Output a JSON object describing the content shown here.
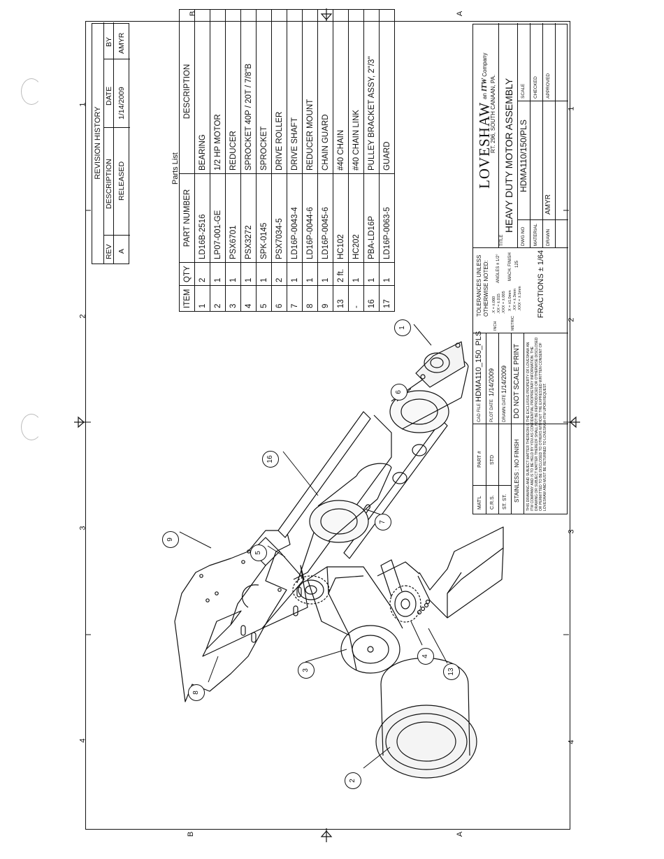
{
  "revision": {
    "title": "REVISION HISTORY",
    "headers": [
      "REV",
      "DESCRIPTION",
      "DATE",
      "BY"
    ],
    "rows": [
      [
        "A",
        "RELEASED",
        "1/14/2009",
        "AMYR"
      ]
    ]
  },
  "parts_list": {
    "title": "Parts List",
    "headers": [
      "ITEM",
      "QTY",
      "PART NUMBER",
      "DESCRIPTION"
    ],
    "rows": [
      {
        "item": "1",
        "qty": "2",
        "part": "LD16B-2516",
        "desc": "BEARING"
      },
      {
        "item": "2",
        "qty": "1",
        "part": "LP07-001-GE",
        "desc": "1/2 HP MOTOR"
      },
      {
        "item": "3",
        "qty": "1",
        "part": "PSX6701",
        "desc": "REDUCER"
      },
      {
        "item": "4",
        "qty": "1",
        "part": "PSX3272",
        "desc": "SPROCKET 40P / 20T / 7/8\"B"
      },
      {
        "item": "5",
        "qty": "1",
        "part": "SPK-0145",
        "desc": "SPROCKET"
      },
      {
        "item": "6",
        "qty": "2",
        "part": "PSX7034-5",
        "desc": "DRIVE ROLLER"
      },
      {
        "item": "7",
        "qty": "1",
        "part": "LD16P-0043-4",
        "desc": "DRIVE SHAFT"
      },
      {
        "item": "8",
        "qty": "1",
        "part": "LD16P-0044-6",
        "desc": "REDUCER MOUNT"
      },
      {
        "item": "9",
        "qty": "1",
        "part": "LD16P-0045-6",
        "desc": "CHAIN GUARD"
      },
      {
        "item": "13",
        "qty": "2 ft.",
        "part": "HC102",
        "desc": "#40 CHAIN"
      },
      {
        "item": "-",
        "qty": "1",
        "part": "HC202",
        "desc": "#40 CHAIN LINK"
      },
      {
        "item": "16",
        "qty": "1",
        "part": "PBA-LD16P",
        "desc": "PULLEY BRACKET ASSY, 2\"/3\""
      },
      {
        "item": "17",
        "qty": "1",
        "part": "LD16P-0063-5",
        "desc": "GUARD"
      }
    ]
  },
  "title_block": {
    "company": "LOVESHAW",
    "company_sub1": "an",
    "company_itw": "ITW",
    "company_sub2": "Company",
    "address": "RT. 296, SOUTH CANAAN, PA.",
    "title_label": "TITLE",
    "title": "HEAVY DUTY MOTOR ASSEMBLY",
    "dwg_label": "DWG NO",
    "dwg_no": "HDMA110/150/PLS",
    "scale_label": "SCALE",
    "material_label": "MATERIAL",
    "checked_label": "CHECKED",
    "drawn_label": "DRAWN",
    "drawn_by": "AMYR",
    "approved_label": "APPROVED",
    "matl_label": "MAT'L",
    "part_label": "PART #",
    "matl_rows": [
      [
        "C.R.S.",
        "STD"
      ],
      [
        "ST. ST.",
        ""
      ]
    ],
    "finish": "STAINLESS : NO FINISH",
    "proprietary": "THIS DRAWING AND SUBJECT MATTER THEREON IS THE EXCLUSIVE PROPERTY OF LOVESHAW AN ITW COMPANY AND IS TO BE HELD BY YOU AS CONFIDENTIAL PROPRIETARY INFORMATION. THE DRAWING OR SUBJECT MATTER THEREOF SHALL NOT BE REPRODUCED OR OTHERWISE DISCLOSED OR PERMITTED TO BE DISCLOSED TO OTHERS WITHOUT THE EXPRESSED WRITTEN CONSENT OF LOVESHAW AND MUST BE RETURNED TO LOVESHAW-ITW UPON REQUEST.",
    "cad_file_label": "CAD FILE",
    "cad_file": "HDMA110_150_PLS",
    "plot_date_label": "PLOT DATE",
    "plot_date": "1/14/2009",
    "drawn_date_label": "DRAWN DATE",
    "drawn_date": "1/14/2009",
    "no_scale": "DO NOT SCALE PRINT",
    "tol_head1": "TOLERANCES UNLESS",
    "tol_head2": "OTHERWISE NOTED:",
    "tol_inch_label": "INCH",
    "tol_inch": [
      ".X = ±.060",
      ".XX = ±.015",
      ".XXX = ±.005"
    ],
    "angles": "ANGLES ± 1/2°",
    "tol_metric_label": "METRIC",
    "tol_metric": [
      "X = ±1.0mm",
      ".XX = ±.3mm",
      ".XXX = ±.1mm"
    ],
    "mach_finish": "MACH. FINISH",
    "mach_value": "125",
    "fractions": "FRACTIONS ± 1/64"
  },
  "zone_marks": {
    "numbers": [
      "1",
      "2",
      "3",
      "4"
    ],
    "letters": [
      "A",
      "B"
    ]
  },
  "balloons": [
    "1",
    "2",
    "3",
    "4",
    "5",
    "6",
    "7",
    "8",
    "9",
    "13",
    "16"
  ]
}
